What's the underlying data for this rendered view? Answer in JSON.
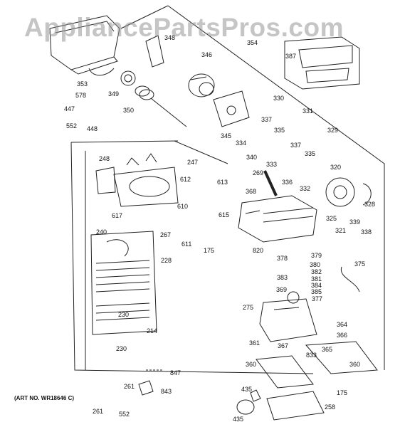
{
  "watermark": "AppliancePartsPros.com",
  "art_note": "(ART NO. WR18646 C)",
  "part_labels": [
    "348",
    "346",
    "354",
    "387",
    "353",
    "349",
    "350",
    "578",
    "447",
    "552",
    "448",
    "330",
    "331",
    "345",
    "337",
    "334",
    "335",
    "329",
    "340",
    "333",
    "336",
    "332",
    "320",
    "269",
    "337",
    "335",
    "328",
    "325",
    "339",
    "321",
    "338",
    "368",
    "248",
    "247",
    "612",
    "613",
    "617",
    "610",
    "615",
    "611",
    "175",
    "267",
    "240",
    "228",
    "820",
    "378",
    "379",
    "380",
    "382",
    "381",
    "383",
    "384",
    "385",
    "369",
    "377",
    "375",
    "275",
    "364",
    "366",
    "361",
    "367",
    "365",
    "833",
    "360",
    "360",
    "230",
    "214",
    "230",
    "847",
    "843",
    "261",
    "261",
    "552",
    "435",
    "435",
    "175",
    "258"
  ]
}
